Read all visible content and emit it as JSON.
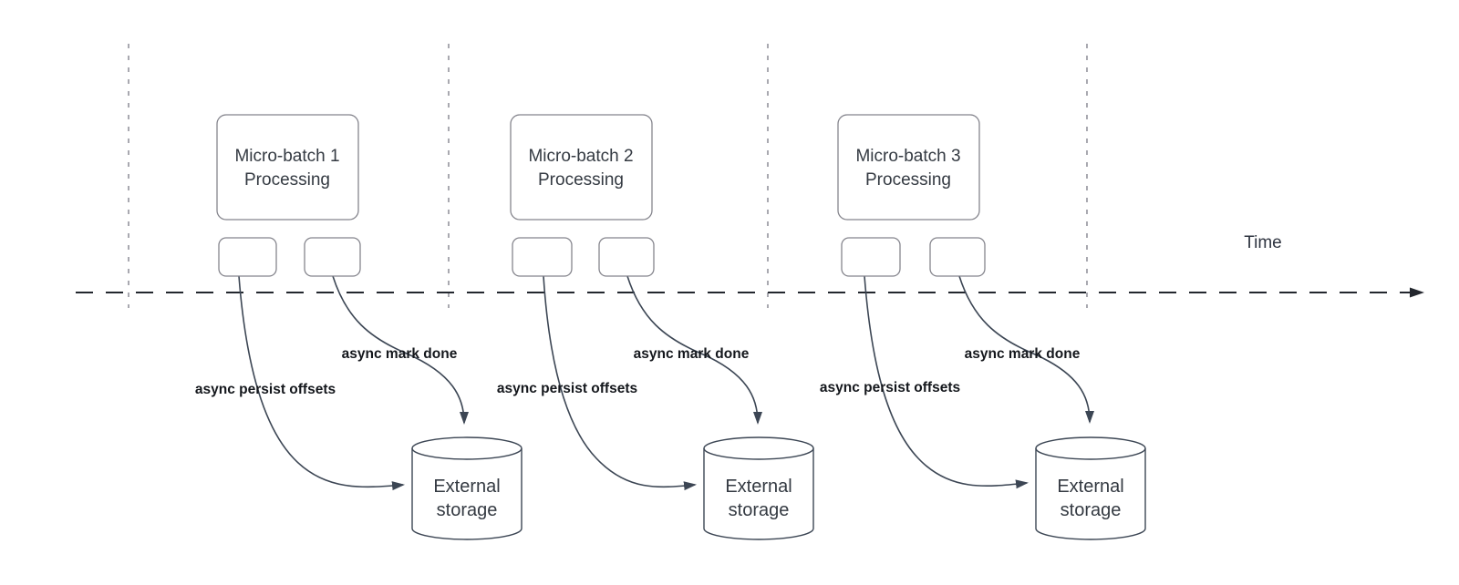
{
  "diagram": {
    "time_label": "Time",
    "groups": [
      {
        "title_line1": "Micro-batch 1",
        "title_line2": "Processing",
        "persist_label": "async persist offsets",
        "done_label": "async mark done",
        "storage_line1": "External",
        "storage_line2": "storage"
      },
      {
        "title_line1": "Micro-batch 2",
        "title_line2": "Processing",
        "persist_label": "async persist offsets",
        "done_label": "async mark done",
        "storage_line1": "External",
        "storage_line2": "storage"
      },
      {
        "title_line1": "Micro-batch 3",
        "title_line2": "Processing",
        "persist_label": "async persist offsets",
        "done_label": "async mark done",
        "storage_line1": "External",
        "storage_line2": "storage"
      }
    ],
    "colors": {
      "axis": "#23272e",
      "gridline": "#a9a9b0",
      "box_border": "#85858d",
      "flow_stroke": "#3c4654",
      "text": "#343a42",
      "label_text": "#14171c"
    }
  }
}
